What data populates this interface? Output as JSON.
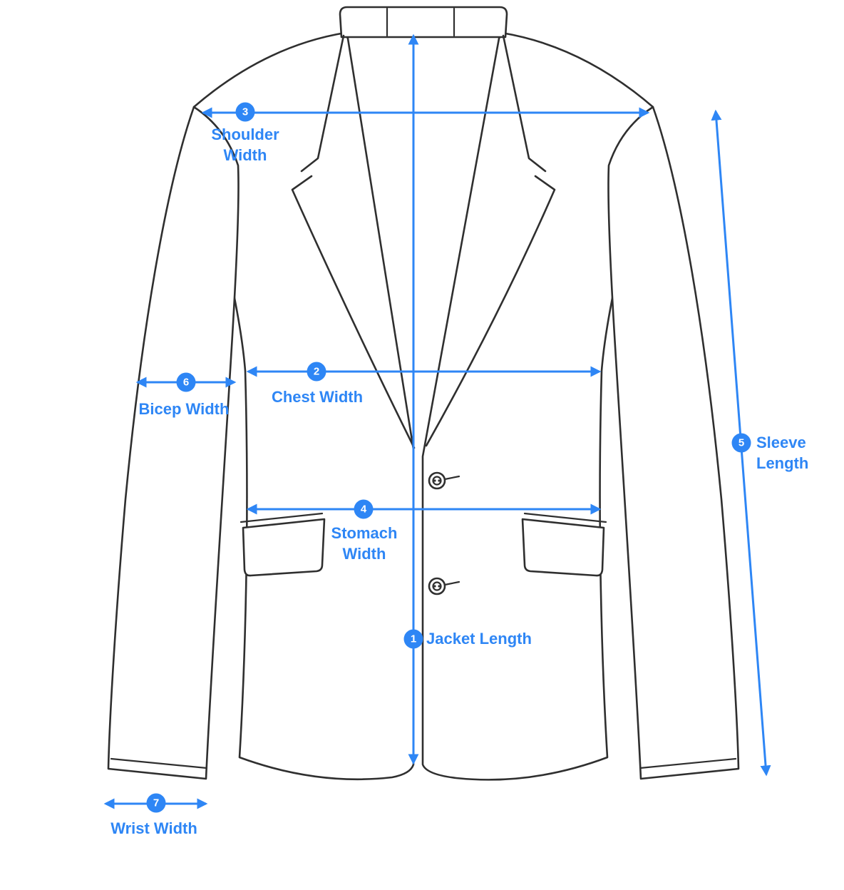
{
  "diagram": {
    "illustration": "suit-jacket-front-outline",
    "accent_color": "#2e86f5",
    "line_color": "#2f2f2f",
    "measurements": [
      {
        "number": "1",
        "label": "Jacket Length"
      },
      {
        "number": "2",
        "label": "Chest Width"
      },
      {
        "number": "3",
        "label": "Shoulder Width"
      },
      {
        "number": "4",
        "label": "Stomach Width"
      },
      {
        "number": "5",
        "label": "Sleeve Length"
      },
      {
        "number": "6",
        "label": "Bicep Width"
      },
      {
        "number": "7",
        "label": "Wrist Width"
      }
    ]
  }
}
